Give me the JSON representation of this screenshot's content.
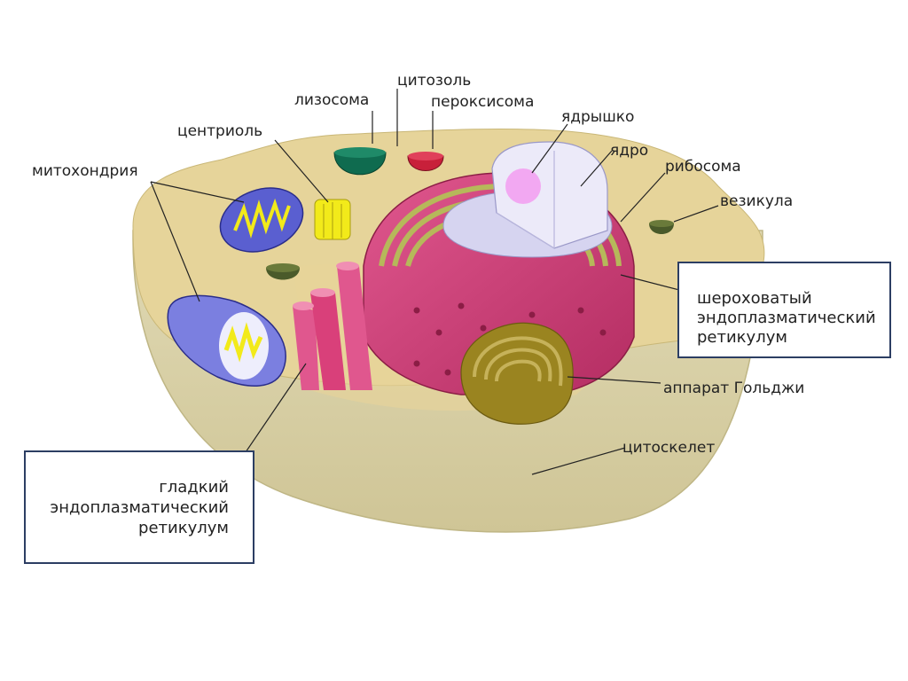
{
  "labels": {
    "lysosome": "лизосома",
    "cytosol": "цитозоль",
    "peroxisome": "пероксисома",
    "centriole": "центриоль",
    "nucleolus": "ядрышко",
    "nucleus": "ядро",
    "mitochondria": "митохондрия",
    "ribosome": "рибосома",
    "vesicle": "везикула",
    "golgi": "аппарат Гольджи",
    "cytoskeleton": "цитоскелет",
    "rough_er": [
      "шероховатый",
      "эндоплазматический",
      "ретикулум"
    ],
    "smooth_er": [
      "гладкий",
      "эндоплазматический",
      "ретикулум"
    ]
  },
  "colors": {
    "cytoplasm": "#e8d7a0",
    "cell_wall": "#d9d2a8",
    "er": "#d9407a",
    "golgi": "#a08a2a",
    "nucleus": "#e6e4f7",
    "nucleolus": "#f2a8f2",
    "mitochondria": "#6a6ad6",
    "centriole": "#f2ea1a",
    "lysosome": "#0f6b4f",
    "peroxisome": "#c8203a",
    "box_border": "#2c3e63"
  }
}
